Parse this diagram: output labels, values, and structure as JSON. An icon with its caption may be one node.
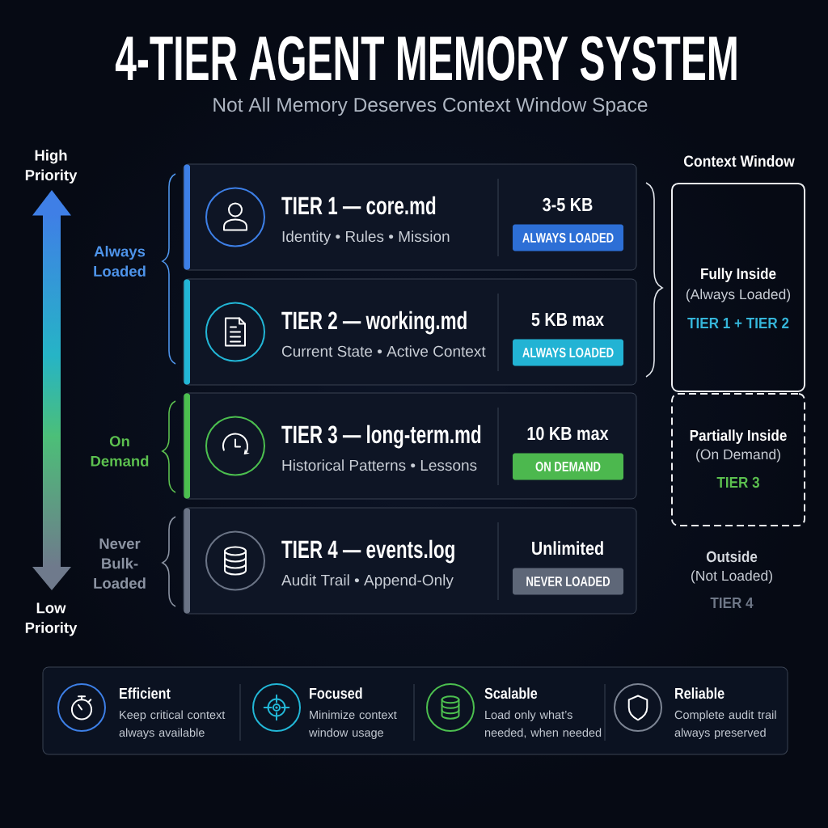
{
  "diagram": {
    "title": "4-TIER AGENT MEMORY SYSTEM",
    "nodes": [
      {
        "text": [
          "TIER 1 — core.md",
          "Identity • Rules • Mission",
          "3-5 KB"
        ]
      },
      {
        "text": [
          "ALWAYS LOADED"
        ],
        "in": 0
      },
      {
        "text": [
          "TIER 2 — working.md",
          "Current State • Active Context",
          "5 KB max"
        ]
      },
      {
        "text": [
          "ALWAYS LOADED"
        ],
        "in": 2
      },
      {
        "text": [
          "TIER 3 — long-term.md",
          "Historical Patterns • Lessons",
          "10 KB max"
        ]
      },
      {
        "text": [
          "ON DEMAND"
        ],
        "in": 4
      },
      {
        "text": [
          "TIER 4 — events.log",
          "Audit Trail • Append-Only",
          "Unlimited"
        ]
      },
      {
        "text": [
          "NEVER LOADED"
        ],
        "in": 6
      },
      {
        "text": [
          "Fully Inside",
          "(Always Loaded)",
          "TIER 1 + TIER 2"
        ]
      },
      {
        "text": [
          "Partially Inside",
          "(On Demand)",
          "TIER 3"
        ]
      },
      {
        "text": [
          "Efficient",
          "Keep critical context always available",
          "Focused",
          "Minimize context window usage",
          "Scalable",
          "Load only what’s needed, when needed",
          "Reliable",
          "Complete audit trail always preserved"
        ]
      }
    ],
    "labels": [
      "Not All Memory Deserves Context Window Space",
      "High Priority",
      "Context Window",
      "Always Loaded",
      "On Demand",
      "Never Bulk-Loaded",
      "Outside",
      "(Not Loaded)",
      "TIER 4",
      "Low Priority"
    ]
  }
}
